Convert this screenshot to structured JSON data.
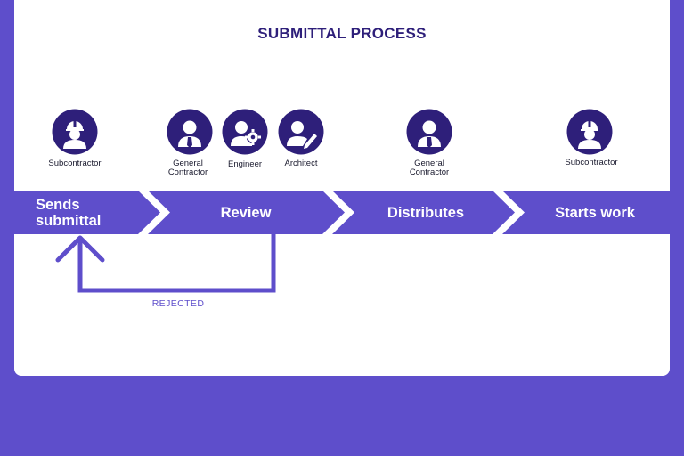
{
  "title": "SUBMITTAL PROCESS",
  "colors": {
    "primary": "#5e4ecb",
    "dark": "#2e1f7a",
    "card": "#ffffff",
    "text": "#1a1a2e"
  },
  "roles": [
    {
      "id": "subcontractor-1",
      "label": "Subcontractor",
      "icon": "worker-hardhat-icon"
    },
    {
      "id": "general-contractor-1",
      "label": "General\nContractor",
      "icon": "businessman-tie-icon"
    },
    {
      "id": "engineer",
      "label": "Engineer",
      "icon": "engineer-gear-icon"
    },
    {
      "id": "architect",
      "label": "Architect",
      "icon": "architect-pencil-icon"
    },
    {
      "id": "general-contractor-2",
      "label": "General\nContractor",
      "icon": "businessman-tie-icon"
    },
    {
      "id": "subcontractor-2",
      "label": "Subcontractor",
      "icon": "worker-hardhat-icon"
    }
  ],
  "steps": [
    {
      "label": "Sends\nsubmittal"
    },
    {
      "label": "Review"
    },
    {
      "label": "Distributes"
    },
    {
      "label": "Starts work"
    }
  ],
  "loop": {
    "label": "REJECTED"
  }
}
